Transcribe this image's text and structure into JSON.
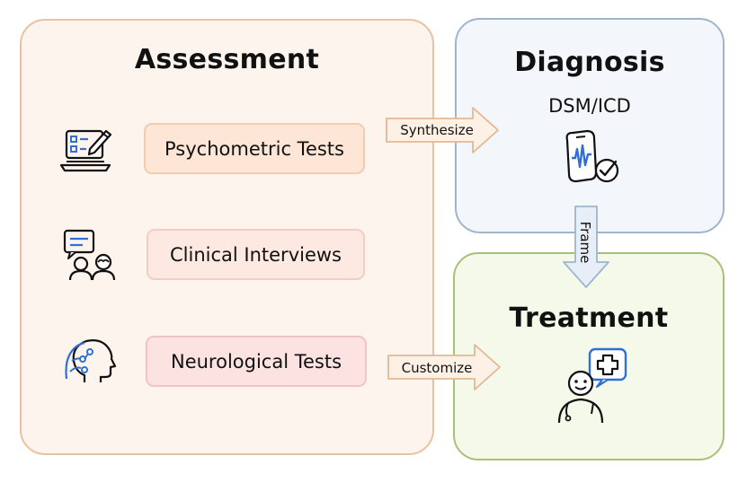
{
  "assessment": {
    "title": "Assessment",
    "items": [
      {
        "label": "Psychometric Tests",
        "icon": "laptop-checklist-icon"
      },
      {
        "label": "Clinical Interviews",
        "icon": "two-people-chat-icon"
      },
      {
        "label": "Neurological Tests",
        "icon": "brain-head-icon"
      }
    ]
  },
  "diagnosis": {
    "title": "Diagnosis",
    "subtitle": "DSM/ICD",
    "icon": "phone-waveform-check-icon"
  },
  "treatment": {
    "title": "Treatment",
    "icon": "doctor-medical-cross-icon"
  },
  "arrows": {
    "synthesize": "Synthesize",
    "frame": "Frame",
    "customize": "Customize"
  },
  "colors": {
    "assessment_fill": "#fdf4ee",
    "assessment_border": "#e9c39f",
    "diagnosis_fill": "#f3f6fb",
    "diagnosis_border": "#9fb5cc",
    "treatment_fill": "#f4f9ea",
    "treatment_border": "#a8c07a",
    "icon_accent": "#2f6fd6"
  }
}
